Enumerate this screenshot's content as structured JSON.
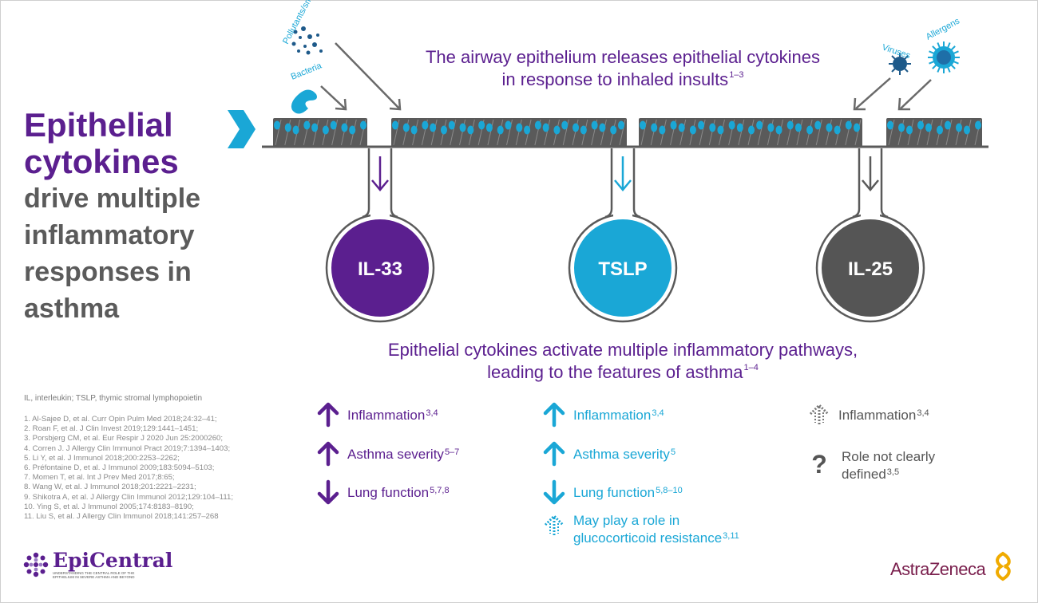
{
  "title": {
    "line1": "Epithelial",
    "line2": "cytokines",
    "line3": "drive multiple",
    "line4": "inflammatory",
    "line5": "responses in",
    "line6": "asthma"
  },
  "headline_top": {
    "line1": "The airway epithelium releases epithelial cytokines",
    "line2": "in response to inhaled insults",
    "ref": "1–3"
  },
  "insults": {
    "pollutants": "Pollutants/smoke",
    "bacteria": "Bacteria",
    "viruses": "Viruses",
    "allergens": "Allergens"
  },
  "cytokines": [
    {
      "label": "IL-33",
      "color": "#5b1f8f"
    },
    {
      "label": "TSLP",
      "color": "#1aa7d6"
    },
    {
      "label": "IL-25",
      "color": "#555555"
    }
  ],
  "headline_mid": {
    "line1": "Epithelial cytokines activate multiple inflammatory pathways,",
    "line2": "leading to the features of asthma",
    "ref": "1–4"
  },
  "effects": {
    "il33": [
      {
        "text": "Inflammation",
        "ref": "3,4",
        "icon": "arrow-up-icon"
      },
      {
        "text": "Asthma severity",
        "ref": "5–7",
        "icon": "arrow-up-icon"
      },
      {
        "text": "Lung function",
        "ref": "5,7,8",
        "icon": "arrow-down-icon"
      }
    ],
    "tslp": [
      {
        "text": "Inflammation",
        "ref": "3,4",
        "icon": "arrow-up-icon"
      },
      {
        "text": "Asthma severity",
        "ref": "5",
        "icon": "arrow-up-icon"
      },
      {
        "text": "Lung function",
        "ref": "5,8–10",
        "icon": "arrow-down-icon"
      },
      {
        "line1": "May play a role in",
        "line2": "glucocorticoid resistance",
        "ref": "3,11",
        "icon": "dotted-arrow-up-icon"
      }
    ],
    "il25": [
      {
        "text": "Inflammation",
        "ref": "3,4",
        "icon": "dotted-arrow-up-icon"
      },
      {
        "line1": "Role not clearly",
        "line2": "defined",
        "ref": "3,5",
        "icon": "question-icon"
      }
    ]
  },
  "abbreviations": "IL, interleukin; TSLP, thymic stromal lymphopoietin",
  "references": [
    "1. Al-Sajee D, et al. Curr Opin Pulm Med 2018;24:32–41;",
    "2. Roan F, et al. J Clin Invest 2019;129:1441–1451;",
    "3. Porsbjerg CM, et al. Eur Respir J 2020 Jun 25:2000260;",
    "4. Corren J. J Allergy Clin Immunol Pract 2019;7:1394–1403;",
    "5. Li Y, et al. J Immunol 2018;200:2253–2262;",
    "6. Préfontaine D, et al. J Immunol 2009;183:5094–5103;",
    "7. Momen T, et al. Int J Prev Med 2017;8:65;",
    "8. Wang W, et al. J Immunol 2018;201:2221–2231;",
    "9. Shikotra A, et al. J Allergy Clin Immunol 2012;129:104–111;",
    "10. Ying S, et al. J Immunol 2005;174:8183–8190;",
    "11. Liu S, et al. J Allergy Clin Immunol 2018;141:257–268"
  ],
  "logos": {
    "epicentral": "EpiCentral",
    "epicentral_tagline": "UNDERSTANDING THE CENTRAL ROLE OF THE EPITHELIUM IN SEVERE ASTHMA AND BEYOND",
    "astrazeneca": "AstraZeneca"
  },
  "colors": {
    "purple": "#5b1f8f",
    "blue": "#1aa7d6",
    "grey": "#555555",
    "epithelium": "#5a5a5a",
    "nucleus": "#1aa7d6"
  }
}
